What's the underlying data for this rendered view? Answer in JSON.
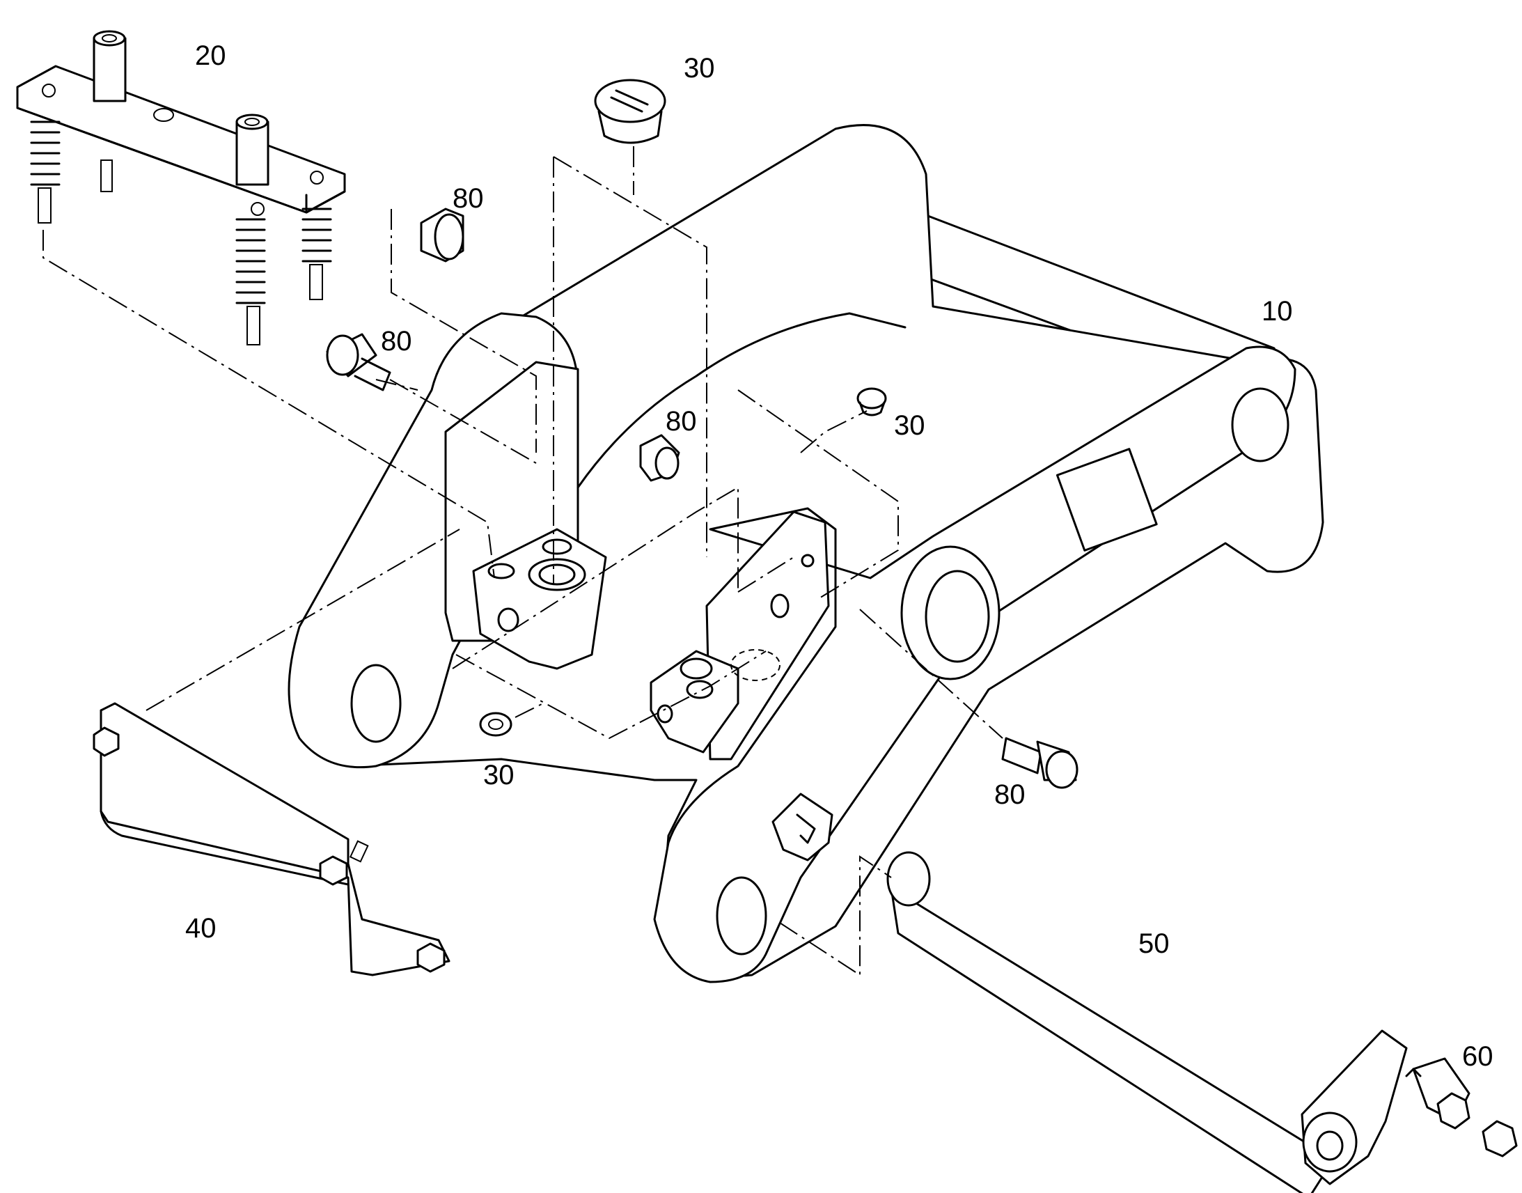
{
  "callouts": {
    "c10": "10",
    "c20": "20",
    "c30_top": "30",
    "c30_right": "30",
    "c30_bottom": "30",
    "c40": "40",
    "c50": "50",
    "c60": "60",
    "c80_top": "80",
    "c80_left": "80",
    "c80_mid": "80",
    "c80_right": "80"
  },
  "colors": {
    "line": "#000000",
    "background": "#ffffff"
  }
}
